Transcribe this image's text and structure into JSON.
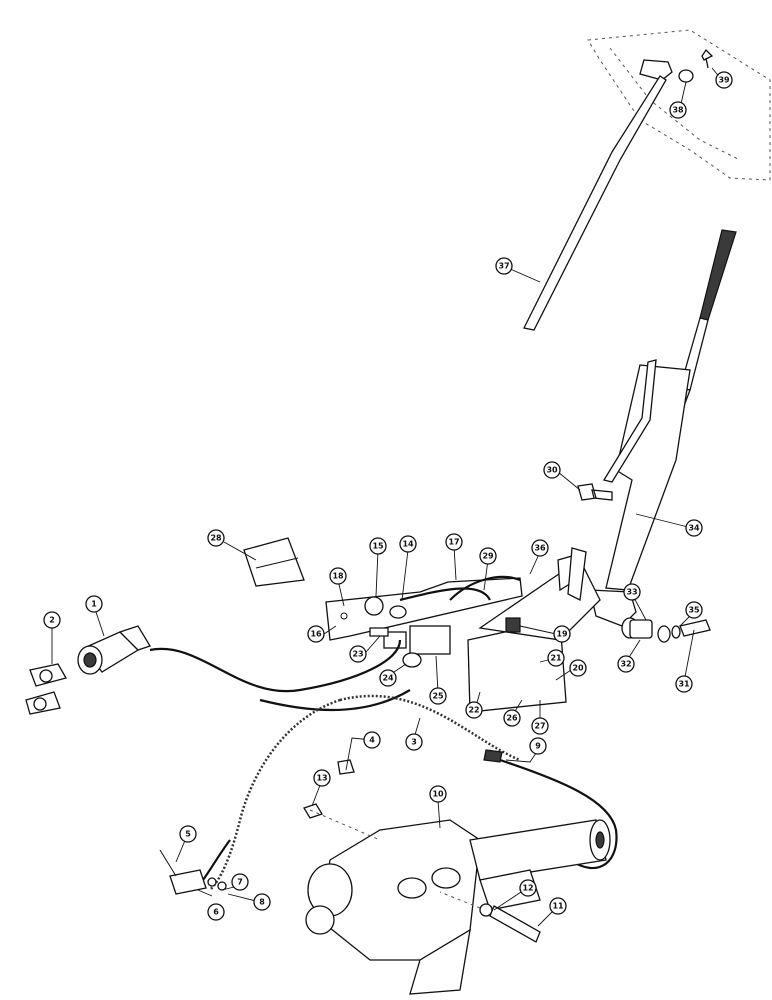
{
  "callouts": [
    {
      "label": "1",
      "color": "#111111"
    },
    {
      "label": "2",
      "color": "#111111"
    },
    {
      "label": "3",
      "color": "#111111"
    },
    {
      "label": "4",
      "color": "#111111"
    },
    {
      "label": "5",
      "color": "#111111"
    },
    {
      "label": "6",
      "color": "#111111"
    },
    {
      "label": "7",
      "color": "#111111"
    },
    {
      "label": "8",
      "color": "#111111"
    },
    {
      "label": "9",
      "color": "#111111"
    },
    {
      "label": "10",
      "color": "#111111"
    },
    {
      "label": "11",
      "color": "#111111"
    },
    {
      "label": "12",
      "color": "#111111"
    },
    {
      "label": "13",
      "color": "#111111"
    },
    {
      "label": "14",
      "color": "#111111"
    },
    {
      "label": "15",
      "color": "#111111"
    },
    {
      "label": "16",
      "color": "#111111"
    },
    {
      "label": "17",
      "color": "#111111"
    },
    {
      "label": "18",
      "color": "#111111"
    },
    {
      "label": "19",
      "color": "#111111"
    },
    {
      "label": "20",
      "color": "#111111"
    },
    {
      "label": "21",
      "color": "#111111"
    },
    {
      "label": "22",
      "color": "#111111"
    },
    {
      "label": "23",
      "color": "#111111"
    },
    {
      "label": "24",
      "color": "#111111"
    },
    {
      "label": "25",
      "color": "#111111"
    },
    {
      "label": "26",
      "color": "#111111"
    },
    {
      "label": "27",
      "color": "#111111"
    },
    {
      "label": "28",
      "color": "#111111"
    },
    {
      "label": "29",
      "color": "#111111"
    },
    {
      "label": "30",
      "color": "#111111"
    },
    {
      "label": "31",
      "color": "#111111"
    },
    {
      "label": "32",
      "color": "#111111"
    },
    {
      "label": "33",
      "color": "#111111"
    },
    {
      "label": "34",
      "color": "#111111"
    },
    {
      "label": "35",
      "color": "#111111"
    },
    {
      "label": "36",
      "color": "#111111"
    },
    {
      "label": "37",
      "color": "#111111"
    },
    {
      "label": "38",
      "color": "#111111"
    },
    {
      "label": "39",
      "color": "#111111"
    }
  ],
  "colors": {
    "ink": "#111111",
    "background": "#ffffff"
  }
}
